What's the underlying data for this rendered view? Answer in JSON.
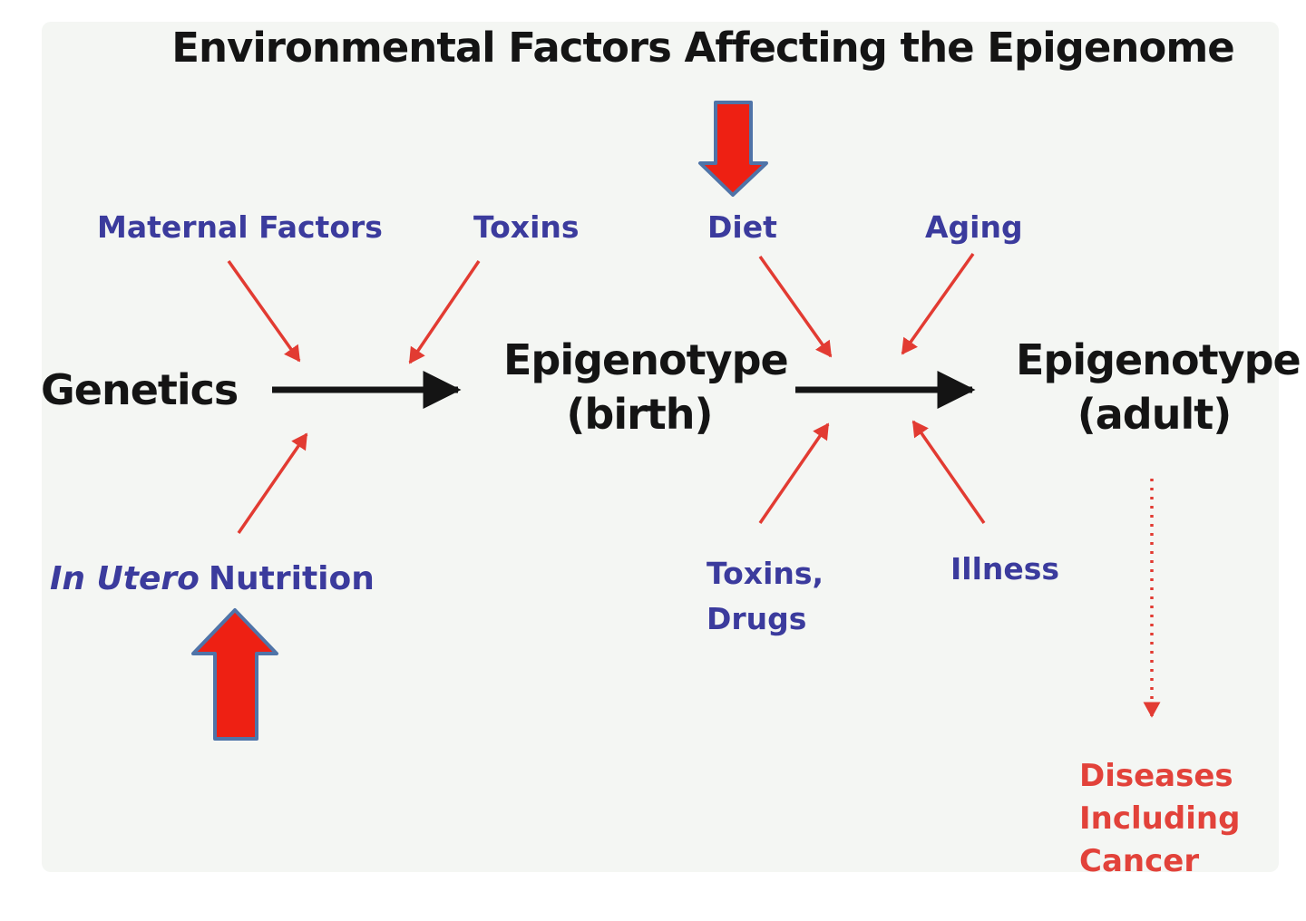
{
  "title": "Environmental Factors Affecting the Epigenome",
  "nodes": {
    "genetics": "Genetics",
    "epigenotype_birth": [
      "Epigenotype",
      "(birth)"
    ],
    "epigenotype_adult": [
      "Epigenotype",
      "(adult)"
    ]
  },
  "factors": {
    "maternal": "Maternal Factors",
    "toxins": "Toxins",
    "diet": "Diet",
    "aging": "Aging",
    "in_utero_italic": "In Utero",
    "in_utero_regular": "Nutrition",
    "toxins_drugs": [
      "Toxins,",
      "Drugs"
    ],
    "illness": "Illness"
  },
  "outcome": [
    "Diseases",
    "Including",
    "Cancer"
  ],
  "icons": {
    "block_down_arrow": "big-red-down-arrow",
    "block_up_arrow": "big-red-up-arrow",
    "dotted_arrow": "dotted-red-down-arrow"
  },
  "colors": {
    "factor_label": "#3b3b9d",
    "thin_arrow": "#e23b32",
    "block_arrow_fill": "#ee2013",
    "block_arrow_outline": "#4f74a8",
    "node_text": "#141414",
    "outcome_text": "#e2423a",
    "panel_background": "#f4f6f3",
    "page_background": "#ffffff"
  }
}
